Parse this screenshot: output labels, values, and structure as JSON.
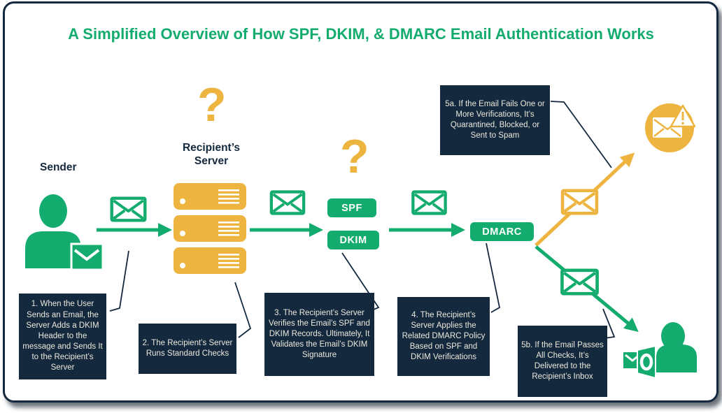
{
  "title": "A Simplified Overview of How SPF, DKIM, & DMARC Email Authentication Works",
  "colors": {
    "green": "#14ac6e",
    "yellow": "#edb440",
    "navy": "#14293e",
    "cream": "#ece9dc"
  },
  "labels": {
    "sender": "Sender",
    "recipient_server": "Recipient’s Server"
  },
  "badges": {
    "spf": "SPF",
    "dkim": "DKIM",
    "dmarc": "DMARC"
  },
  "icons": {
    "question_mark": "?"
  },
  "steps": {
    "s1": "1. When the User Sends an Email, the Server Adds a DKIM Header to the message and Sends It to the Recipient’s Server",
    "s2": "2. The Recipient’s Server Runs Standard Checks",
    "s3": "3. The Recipient’s Server Verifies the Email’s SPF and DKIM Records. Ultimately, It Validates the Email’s DKIM Signature",
    "s4": "4. The Recipient’s Server Applies the Related DMARC Policy Based on SPF and DKIM Verifications",
    "s5a": "5a. If the Email Fails One or More Verifications, It’s Quarantined, Blocked, or Sent to Spam",
    "s5b": "5b. If the Email Passes All Checks, It’s Delivered to the Recipient’s Inbox"
  }
}
